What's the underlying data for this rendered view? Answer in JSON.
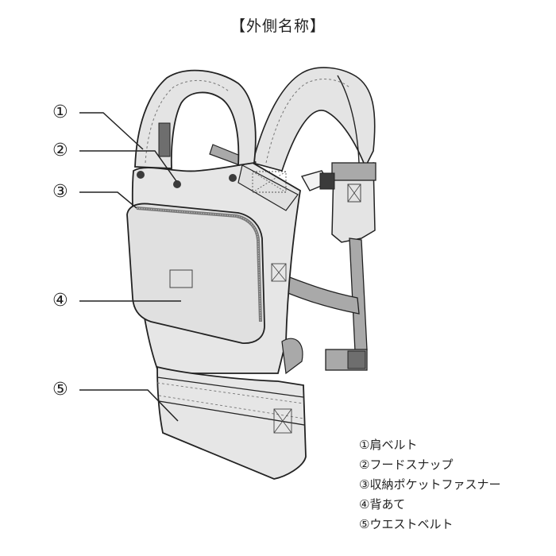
{
  "title": "【外側名称】",
  "callouts": [
    {
      "num": "①",
      "target": "shoulder-belt"
    },
    {
      "num": "②",
      "target": "hood-snap"
    },
    {
      "num": "③",
      "target": "storage-pocket-zipper"
    },
    {
      "num": "④",
      "target": "back-panel"
    },
    {
      "num": "⑤",
      "target": "waist-belt"
    }
  ],
  "legend": [
    {
      "num": "①",
      "label": "肩ベルト"
    },
    {
      "num": "②",
      "label": "フードスナップ"
    },
    {
      "num": "③",
      "label": "収納ポケットファスナー"
    },
    {
      "num": "④",
      "label": "背あて"
    },
    {
      "num": "⑤",
      "label": "ウエストベルト"
    }
  ],
  "colors": {
    "fabric": "#e6e6e6",
    "fabric_shade": "#d2d2d2",
    "strap": "#a9a9a9",
    "strap_dark": "#6e6e6e",
    "outline": "#222222",
    "snap": "#3b3b3b"
  }
}
